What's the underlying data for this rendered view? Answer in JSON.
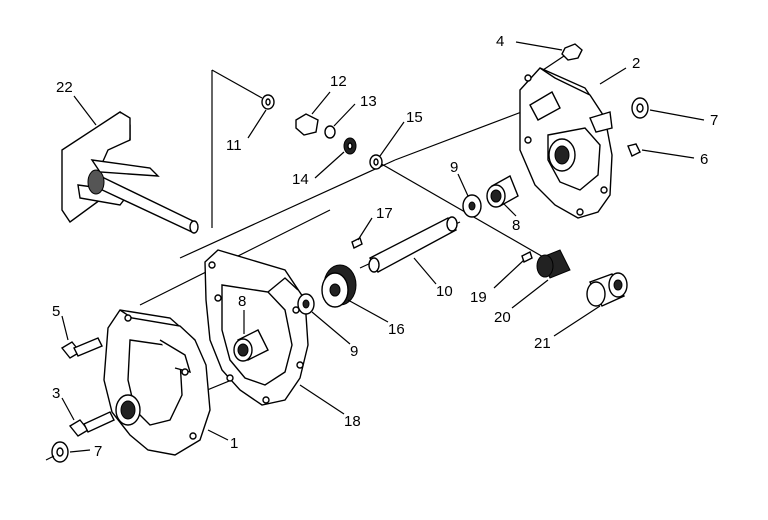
{
  "diagram": {
    "parts": [
      {
        "id": "p1",
        "label": "1"
      },
      {
        "id": "p2",
        "label": "2"
      },
      {
        "id": "p3",
        "label": "3"
      },
      {
        "id": "p4",
        "label": "4"
      },
      {
        "id": "p5",
        "label": "5"
      },
      {
        "id": "p6",
        "label": "6"
      },
      {
        "id": "p7a",
        "label": "7"
      },
      {
        "id": "p7b",
        "label": "7"
      },
      {
        "id": "p8a",
        "label": "8"
      },
      {
        "id": "p8b",
        "label": "8"
      },
      {
        "id": "p9a",
        "label": "9"
      },
      {
        "id": "p9b",
        "label": "9"
      },
      {
        "id": "p10",
        "label": "10"
      },
      {
        "id": "p11",
        "label": "11"
      },
      {
        "id": "p12",
        "label": "12"
      },
      {
        "id": "p13",
        "label": "13"
      },
      {
        "id": "p14",
        "label": "14"
      },
      {
        "id": "p15",
        "label": "15"
      },
      {
        "id": "p16",
        "label": "16"
      },
      {
        "id": "p17",
        "label": "17"
      },
      {
        "id": "p18",
        "label": "18"
      },
      {
        "id": "p19",
        "label": "19"
      },
      {
        "id": "p20",
        "label": "20"
      },
      {
        "id": "p21",
        "label": "21"
      },
      {
        "id": "p22",
        "label": "22"
      }
    ]
  }
}
